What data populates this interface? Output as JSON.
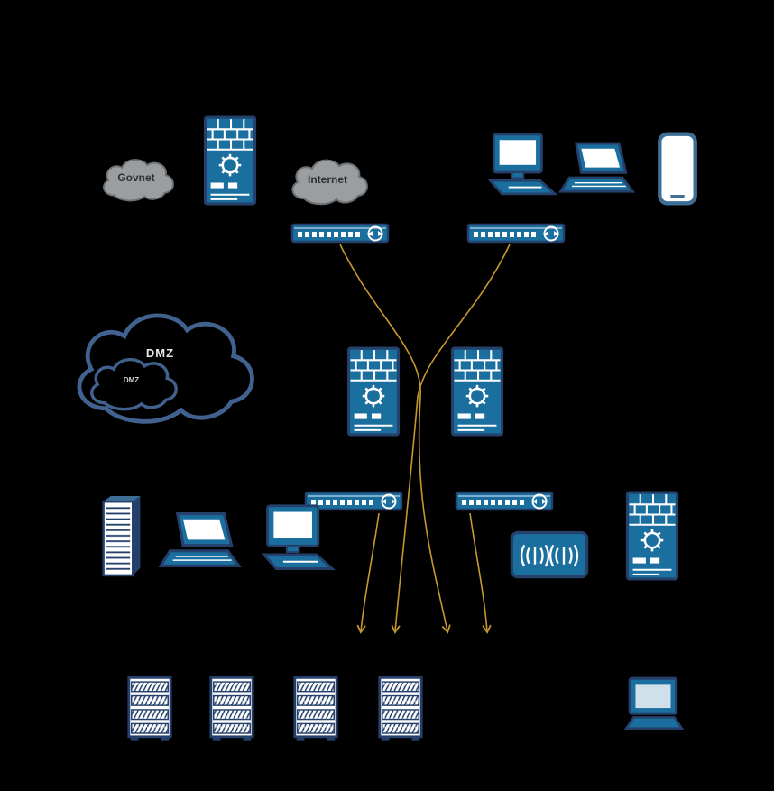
{
  "diagram": {
    "background_color": "#000000",
    "colors": {
      "device_blue": "#1B6F9F",
      "device_outline": "#24406B",
      "cloud_gray": "#9B9EA1",
      "cloud_gray_outline": "#6E7174",
      "dmz_outline": "#41618F",
      "arrow_gold": "#C49A2E"
    },
    "labels": {
      "govnet": "Govnet",
      "internet": "Internet",
      "dmz": "DMZ",
      "dmz_inner": "DMZ"
    },
    "nodes": [
      {
        "id": "govnet-cloud",
        "type": "cloud",
        "label": "Govnet"
      },
      {
        "id": "perimeter-firewall",
        "type": "firewall",
        "label": ""
      },
      {
        "id": "internet-cloud",
        "type": "cloud",
        "label": "Internet"
      },
      {
        "id": "workstation-top",
        "type": "desktop-computer",
        "label": ""
      },
      {
        "id": "laptop-top",
        "type": "laptop",
        "label": ""
      },
      {
        "id": "mobile-phone",
        "type": "smartphone",
        "label": ""
      },
      {
        "id": "switch-top-left",
        "type": "switch",
        "label": ""
      },
      {
        "id": "switch-top-right",
        "type": "switch",
        "label": ""
      },
      {
        "id": "dmz-cloud",
        "type": "cloud",
        "label": "DMZ"
      },
      {
        "id": "dmz-inner-cloud",
        "type": "cloud",
        "label": "DMZ"
      },
      {
        "id": "firewall-mid-left",
        "type": "firewall",
        "label": ""
      },
      {
        "id": "firewall-mid-right",
        "type": "firewall",
        "label": ""
      },
      {
        "id": "switch-mid-left",
        "type": "switch",
        "label": ""
      },
      {
        "id": "switch-mid-right",
        "type": "switch",
        "label": ""
      },
      {
        "id": "tower-server",
        "type": "server-tower",
        "label": ""
      },
      {
        "id": "laptop-lan",
        "type": "laptop",
        "label": ""
      },
      {
        "id": "desktop-lan",
        "type": "desktop-computer",
        "label": ""
      },
      {
        "id": "wireless-access-point",
        "type": "access-point",
        "label": ""
      },
      {
        "id": "firewall-lan",
        "type": "firewall",
        "label": ""
      },
      {
        "id": "server-rack-1",
        "type": "server-rack",
        "label": ""
      },
      {
        "id": "server-rack-2",
        "type": "server-rack",
        "label": ""
      },
      {
        "id": "server-rack-3",
        "type": "server-rack",
        "label": ""
      },
      {
        "id": "server-rack-4",
        "type": "server-rack",
        "label": ""
      },
      {
        "id": "management-desktop",
        "type": "desktop-computer",
        "label": ""
      }
    ],
    "connections": [
      {
        "from": "switch-top-left",
        "to": "server-racks",
        "style": "gold-arrow"
      },
      {
        "from": "switch-top-right",
        "to": "server-racks",
        "style": "gold-arrow"
      },
      {
        "from": "switch-mid-left",
        "to": "server-racks",
        "style": "gold-arrow"
      },
      {
        "from": "switch-mid-right",
        "to": "server-racks",
        "style": "gold-arrow"
      }
    ]
  }
}
